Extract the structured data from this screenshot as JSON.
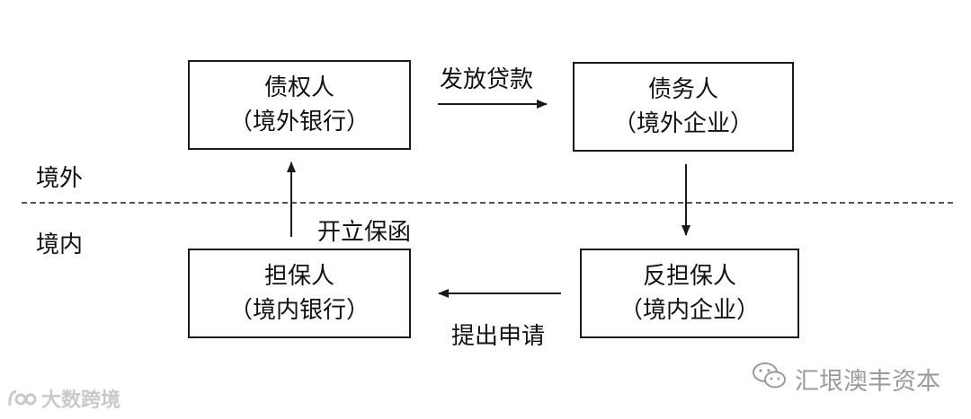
{
  "zones": {
    "offshore": "境外",
    "onshore": "境内"
  },
  "nodes": {
    "creditor": {
      "title": "债权人",
      "sub": "（境外银行）"
    },
    "debtor": {
      "title": "债务人",
      "sub": "（境外企业）"
    },
    "guarantor": {
      "title": "担保人",
      "sub": "（境内银行）"
    },
    "counter": {
      "title": "反担保人",
      "sub": "（境内企业）"
    }
  },
  "edges": {
    "loan": {
      "from": "creditor",
      "to": "debtor",
      "label": "发放贷款"
    },
    "debt_down": {
      "from": "debtor",
      "to": "counter",
      "label": ""
    },
    "apply": {
      "from": "counter",
      "to": "guarantor",
      "label": "提出申请"
    },
    "guarantee": {
      "from": "guarantor",
      "to": "creditor",
      "label": "开立保函"
    }
  },
  "watermarks": {
    "left": "大数跨境",
    "right": "汇垠澳丰资本"
  },
  "colors": {
    "line": "#1a1a1a",
    "watermark_left": "#c9c9c9",
    "watermark_right": "#9a9a9a"
  }
}
